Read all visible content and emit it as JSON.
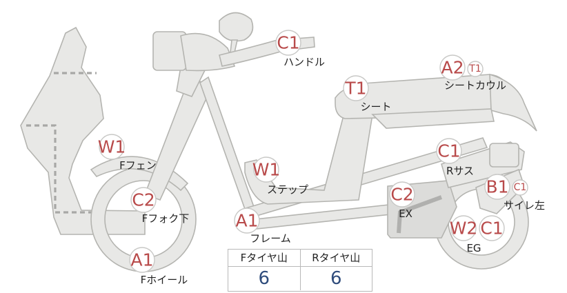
{
  "parts": [
    {
      "id": "handle",
      "grade": "C1",
      "label": "ハンドル"
    },
    {
      "id": "seat",
      "grade": "T1",
      "label": "シート"
    },
    {
      "id": "seat-cowl",
      "grade": "A2",
      "grade2": "T1",
      "label": "シートカウル"
    },
    {
      "id": "f-fender",
      "grade": "W1",
      "label": "Fフェン"
    },
    {
      "id": "step",
      "grade": "W1",
      "label": "ステップ"
    },
    {
      "id": "r-suspension",
      "grade": "C1",
      "label": "Rサス"
    },
    {
      "id": "exhaust",
      "grade": "C2",
      "label": "EX"
    },
    {
      "id": "muffler",
      "grade": "B1",
      "grade2": "C1",
      "label": "サイレ左"
    },
    {
      "id": "f-fork",
      "grade": "C2",
      "label": "Fフォク下"
    },
    {
      "id": "frame",
      "grade": "A1",
      "label": "フレーム"
    },
    {
      "id": "engine",
      "grade": "W2",
      "grade2": "C1",
      "label": "EG"
    },
    {
      "id": "f-wheel",
      "grade": "A1",
      "label": "Fホイール"
    }
  ],
  "tread_table": {
    "headers": [
      "Fタイヤ山",
      "Rタイヤ山"
    ],
    "values": [
      "6",
      "6"
    ]
  }
}
